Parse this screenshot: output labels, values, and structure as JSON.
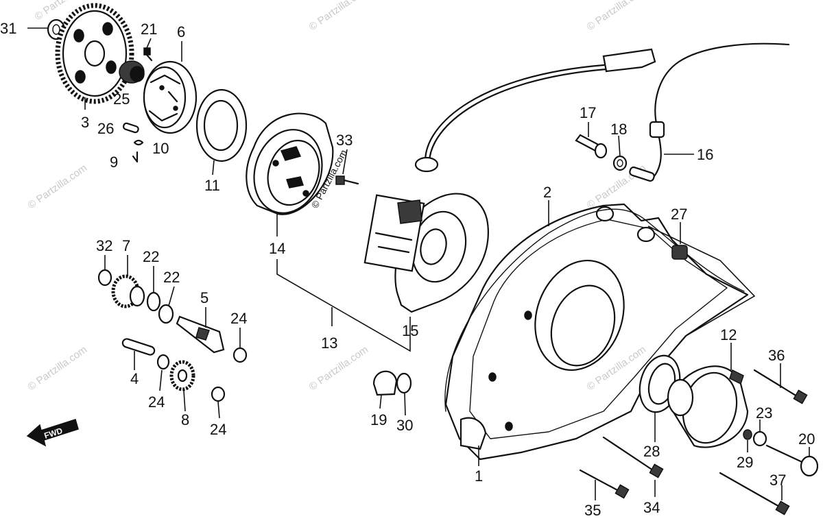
{
  "watermark": {
    "text": "© Partzilla.com"
  },
  "callouts": [
    {
      "id": "31",
      "label": "31"
    },
    {
      "id": "21",
      "label": "21"
    },
    {
      "id": "6",
      "label": "6"
    },
    {
      "id": "25",
      "label": "25"
    },
    {
      "id": "3",
      "label": "3"
    },
    {
      "id": "26",
      "label": "26"
    },
    {
      "id": "10",
      "label": "10"
    },
    {
      "id": "9",
      "label": "9"
    },
    {
      "id": "11",
      "label": "11"
    },
    {
      "id": "14",
      "label": "14"
    },
    {
      "id": "33",
      "label": "33"
    },
    {
      "id": "17",
      "label": "17"
    },
    {
      "id": "18",
      "label": "18"
    },
    {
      "id": "16",
      "label": "16"
    },
    {
      "id": "2",
      "label": "2"
    },
    {
      "id": "27",
      "label": "27"
    },
    {
      "id": "32",
      "label": "32"
    },
    {
      "id": "7",
      "label": "7"
    },
    {
      "id": "22a",
      "label": "22"
    },
    {
      "id": "22b",
      "label": "22"
    },
    {
      "id": "5",
      "label": "5"
    },
    {
      "id": "24a",
      "label": "24"
    },
    {
      "id": "13",
      "label": "13"
    },
    {
      "id": "15",
      "label": "15"
    },
    {
      "id": "4",
      "label": "4"
    },
    {
      "id": "24b",
      "label": "24"
    },
    {
      "id": "8",
      "label": "8"
    },
    {
      "id": "24c",
      "label": "24"
    },
    {
      "id": "19",
      "label": "19"
    },
    {
      "id": "30",
      "label": "30"
    },
    {
      "id": "12",
      "label": "12"
    },
    {
      "id": "36",
      "label": "36"
    },
    {
      "id": "23",
      "label": "23"
    },
    {
      "id": "20",
      "label": "20"
    },
    {
      "id": "29",
      "label": "29"
    },
    {
      "id": "28",
      "label": "28"
    },
    {
      "id": "1",
      "label": "1"
    },
    {
      "id": "37",
      "label": "37"
    },
    {
      "id": "34",
      "label": "34"
    },
    {
      "id": "35",
      "label": "35"
    }
  ],
  "forward_arrow": {
    "label": "FWD"
  }
}
